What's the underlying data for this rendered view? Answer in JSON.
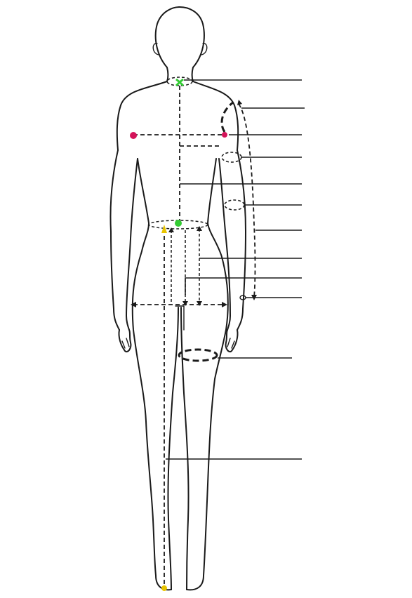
{
  "figure": {
    "subject": "back-view-body-figure"
  },
  "colors": {
    "neck_point": "#33cc33",
    "shoulder_point": "#d4145a",
    "waist_point": "#33cc33",
    "hip_point": "#e8c400",
    "ankle_point": "#e8c400",
    "line": "#1a1a1a"
  },
  "measurements": [
    {
      "id": "neck"
    },
    {
      "id": "shoulder-slope"
    },
    {
      "id": "shoulder-width"
    },
    {
      "id": "bicep"
    },
    {
      "id": "back-length"
    },
    {
      "id": "elbow"
    },
    {
      "id": "sleeve-length"
    },
    {
      "id": "hip-depth"
    },
    {
      "id": "crotch-depth"
    },
    {
      "id": "wrist"
    },
    {
      "id": "thigh"
    },
    {
      "id": "outseam"
    }
  ]
}
